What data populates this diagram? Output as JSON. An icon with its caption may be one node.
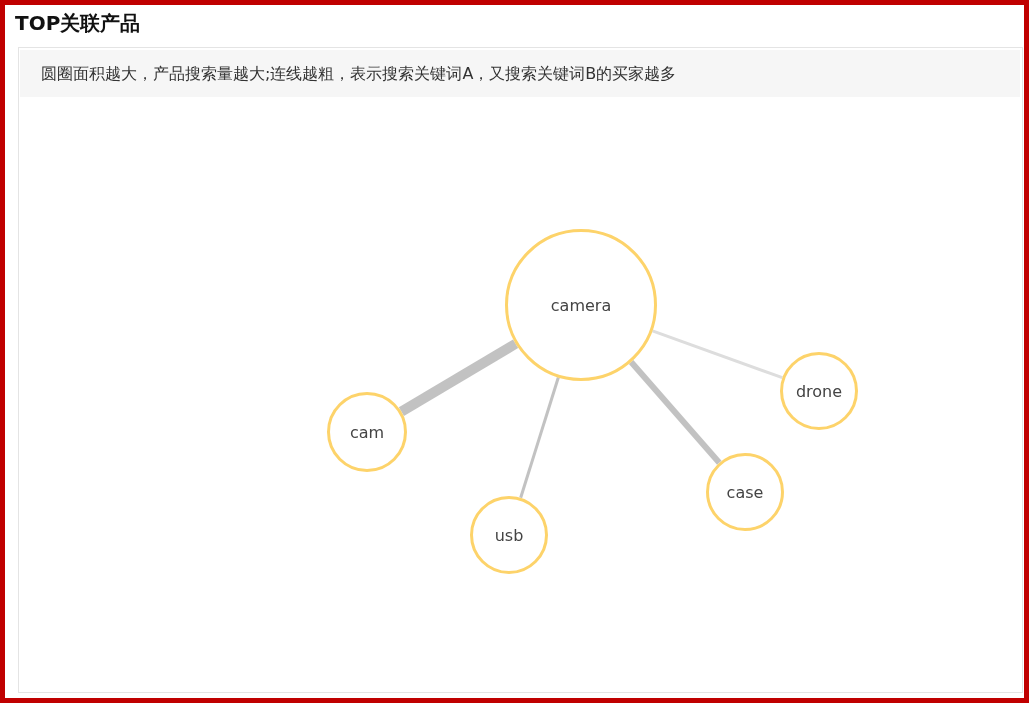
{
  "diagram": {
    "title": "TOP关联产品",
    "nodes": [
      {
        "text": [
          "camera"
        ]
      },
      {
        "text": [
          "cam"
        ]
      },
      {
        "text": [
          "usb"
        ]
      },
      {
        "text": [
          "case"
        ]
      },
      {
        "text": [
          "drone"
        ]
      }
    ],
    "edges": [
      {
        "from": 0,
        "to": 1,
        "arrow": "none",
        "style": "thick"
      },
      {
        "from": 0,
        "to": 2,
        "arrow": "none"
      },
      {
        "from": 0,
        "to": 3,
        "arrow": "none",
        "style": "thick"
      },
      {
        "from": 0,
        "to": 4,
        "arrow": "none",
        "color": "#dddddd"
      }
    ],
    "labels": [
      "圆圈面积越大，产品搜索量越大;连线越粗，表示搜索关键词A，又搜索关键词B的买家越多"
    ]
  }
}
